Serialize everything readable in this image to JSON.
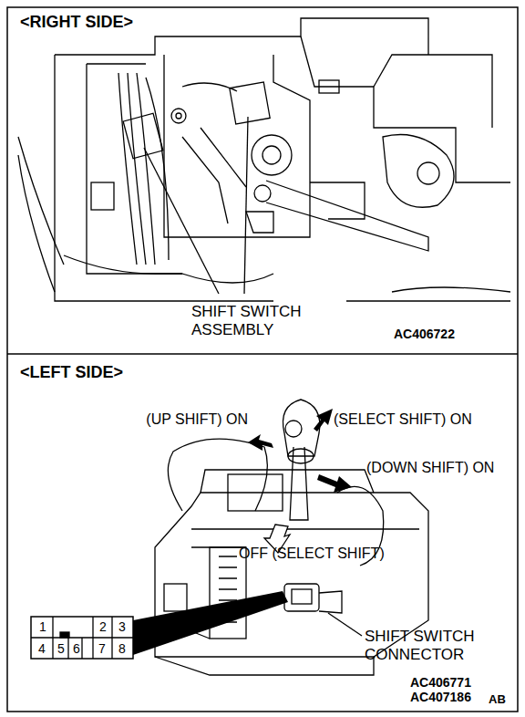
{
  "diagram": {
    "labels": [
      "<RIGHT SIDE>",
      "SHIFT SWITCH ASSEMBLY",
      "AC406722",
      "<LEFT SIDE>",
      "(UP SHIFT) ON",
      "(SELECT SHIFT) ON",
      "(DOWN SHIFT) ON",
      "OFF (SELECT SHIFT)",
      "1",
      "2",
      "3",
      "4",
      "5",
      "6",
      "7",
      "8",
      "SHIFT SWITCH CONNECTOR",
      "AC406771",
      "AC407186",
      "AB"
    ]
  }
}
